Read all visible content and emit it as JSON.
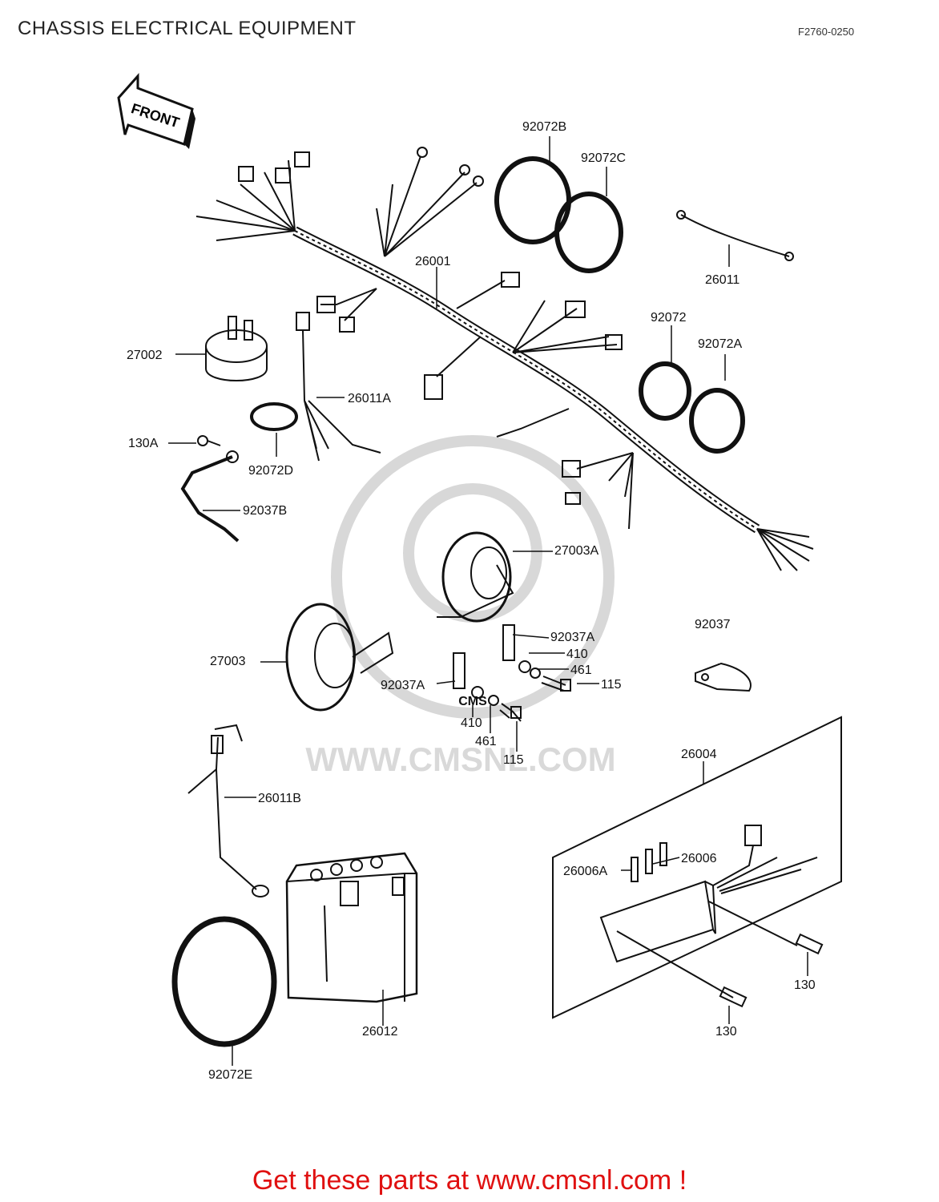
{
  "header": {
    "title": "CHASSIS ELECTRICAL EQUIPMENT",
    "diagram_code": "F2760-0250"
  },
  "front_arrow": {
    "label": "FRONT"
  },
  "watermark": {
    "text": "WWW.CMSNL.COM",
    "logo": "CMS"
  },
  "parts": {
    "p92072B": "92072B",
    "p92072C": "92072C",
    "p26001": "26001",
    "p26011": "26011",
    "p27002": "27002",
    "p26011A": "26011A",
    "p92072": "92072",
    "p92072A": "92072A",
    "p130A": "130A",
    "p92072D": "92072D",
    "p92037B": "92037B",
    "p27003A": "27003A",
    "p92037": "92037",
    "p92037A_1": "92037A",
    "p410_1": "410",
    "p461_1": "461",
    "p115_1": "115",
    "p27003": "27003",
    "p92037A_2": "92037A",
    "p410_2": "410",
    "p461_2": "461",
    "p115_2": "115",
    "p26004": "26004",
    "p26011B": "26011B",
    "p26006": "26006",
    "p26006A": "26006A",
    "p130_1": "130",
    "p130_2": "130",
    "p26012": "26012",
    "p92072E": "92072E"
  },
  "footer": {
    "text": "Get these parts at www.cmsnl.com !"
  },
  "colors": {
    "ink": "#111111",
    "footer": "#e01010",
    "watermark": "#d6d6d6"
  }
}
